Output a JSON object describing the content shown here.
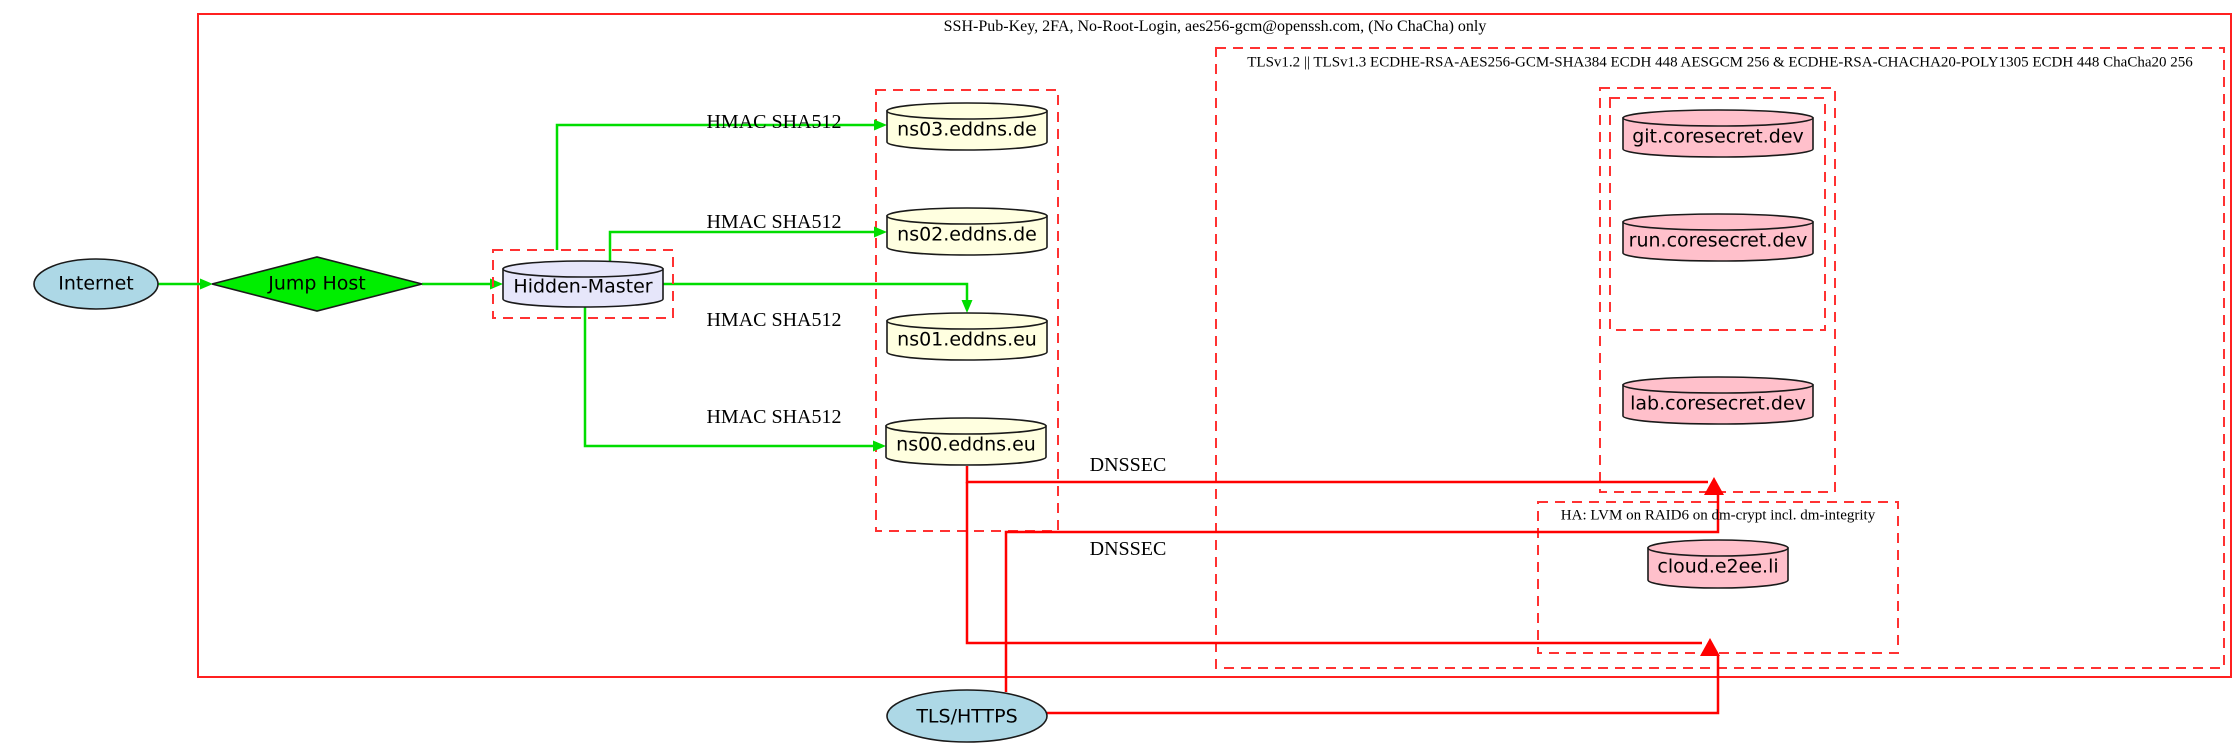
{
  "clusters": {
    "ssh": {
      "label": "SSH-Pub-Key, 2FA, No-Root-Login, aes256-gcm@openssh.com, (No ChaCha) only"
    },
    "tls": {
      "label": "TLSv1.2 || TLSv1.3 ECDHE-RSA-AES256-GCM-SHA384 ECDH 448 AESGCM 256 & ECDHE-RSA-CHACHA20-POLY1305 ECDH 448 ChaCha20 256"
    },
    "ha": {
      "label": "HA: LVM on RAID6 on dm-crypt incl. dm-integrity"
    }
  },
  "nodes": {
    "internet": {
      "label": "Internet"
    },
    "jump_host": {
      "label": "Jump Host"
    },
    "hidden_master": {
      "label": "Hidden-Master"
    },
    "ns03": {
      "label": "ns03.eddns.de"
    },
    "ns02": {
      "label": "ns02.eddns.de"
    },
    "ns01": {
      "label": "ns01.eddns.eu"
    },
    "ns00": {
      "label": "ns00.eddns.eu"
    },
    "git": {
      "label": "git.coresecret.dev"
    },
    "run": {
      "label": "run.coresecret.dev"
    },
    "lab": {
      "label": "lab.coresecret.dev"
    },
    "cloud": {
      "label": "cloud.e2ee.li"
    },
    "tls_https": {
      "label": "TLS/HTTPS"
    }
  },
  "edge_labels": {
    "hmac_ns03": "HMAC SHA512",
    "hmac_ns02": "HMAC SHA512",
    "hmac_ns01": "HMAC SHA512",
    "hmac_ns00": "HMAC SHA512",
    "dnssec_1": "DNSSEC",
    "dnssec_2": "DNSSEC"
  },
  "colors": {
    "node_lightblue": "#add8e6",
    "node_green": "#00ee00",
    "node_lavender": "#e6e6fa",
    "node_lightyellow": "#ffffe0",
    "node_pink": "#ffc0cb",
    "edge_green": "#00dd00",
    "edge_red": "#ff0000",
    "cluster_red": "#ff3232",
    "outline_black": "#1a1a1a"
  }
}
